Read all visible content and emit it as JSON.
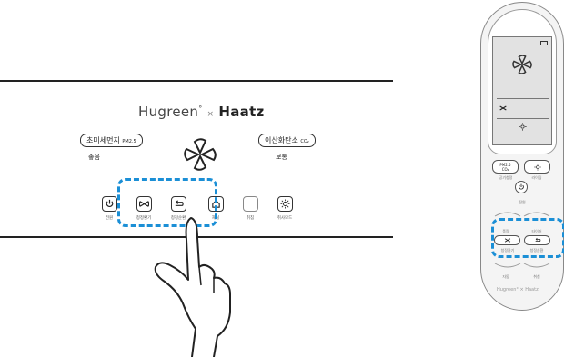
{
  "brand": {
    "name": "Hugreen",
    "degree": "°",
    "separator": "×",
    "partner": "Haatz"
  },
  "sensors": {
    "pm": {
      "label": "초미세먼지",
      "unit": "PM2.5",
      "status": "좋음"
    },
    "co2": {
      "label": "이산화탄소",
      "unit": "CO₂",
      "status": "보통"
    }
  },
  "buttons": [
    {
      "name": "power",
      "label": "전원",
      "icon": "power-icon"
    },
    {
      "name": "ventilation",
      "label": "청정환기",
      "icon": "fan-icon"
    },
    {
      "name": "circulation",
      "label": "청정순환",
      "icon": "return-arrow-icon"
    },
    {
      "name": "home",
      "label": "재실",
      "icon": "house-icon"
    },
    {
      "name": "blank",
      "label": "취침",
      "icon": ""
    },
    {
      "name": "light",
      "label": "취사모드",
      "icon": "sun-icon"
    }
  ],
  "remote": {
    "pm": "PM2.5",
    "co2": "CO₂",
    "mode_label_left": "공기청정",
    "mode_label_right": "라이팅",
    "power_label": "전원",
    "up_left": "풍량",
    "up_right": "타이머",
    "vent_label": "청정환기",
    "circ_label": "청정순환",
    "down_left": "자동",
    "down_right": "취침",
    "brand": "Hugreen° × Haatz"
  },
  "highlight_color": "#1b8fd6"
}
